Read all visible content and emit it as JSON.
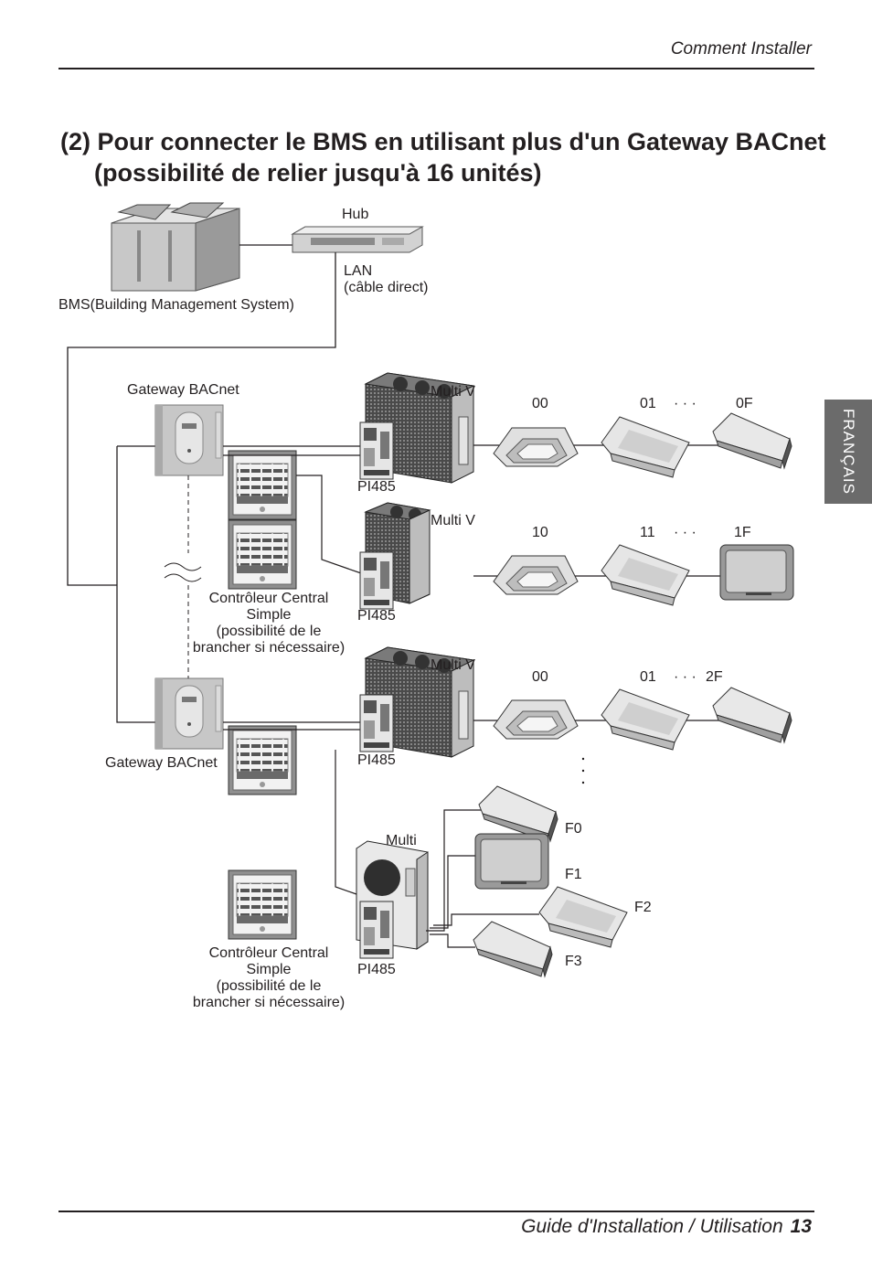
{
  "header": {
    "section": "Comment Installer"
  },
  "title": {
    "line1": "(2) Pour connecter le BMS en utilisant plus d'un Gateway BACnet",
    "line2": "(possibilité de relier jusqu'à 16 unités)"
  },
  "side_tab": "FRANÇAIS",
  "diagram": {
    "hub": "Hub",
    "lan_line1": "LAN",
    "lan_line2": "(câble direct)",
    "bms": "BMS(Building Management System)",
    "gateway_top": "Gateway BACnet",
    "gateway_bottom": "Gateway BACnet",
    "multi_v": "Multi V",
    "multi": "Multi",
    "pi485": "PI485",
    "controller_1": [
      "Contrôleur Central",
      "Simple",
      "(possibilité de le",
      "brancher si nécessaire)"
    ],
    "controller_2": [
      "Contrôleur Central",
      "Simple",
      "(possibilité de le",
      "brancher si nécessaire)"
    ],
    "row1": {
      "a": "00",
      "b": "01",
      "dots": "· · ·",
      "c": "0F"
    },
    "row2": {
      "a": "10",
      "b": "11",
      "dots": "· · ·",
      "c": "1F"
    },
    "row3": {
      "a": "00",
      "b": "01",
      "dots": "· · ·",
      "c": "2F"
    },
    "multi_units": [
      "F0",
      "F1",
      "F2",
      "F3"
    ]
  },
  "footer": {
    "guide": "Guide d'Installation / Utilisation",
    "page": "13"
  },
  "colors": {
    "ink": "#231f20",
    "tab": "#6b6b6b",
    "device": "#d9d9d9",
    "device_dark": "#8a8a8a"
  }
}
